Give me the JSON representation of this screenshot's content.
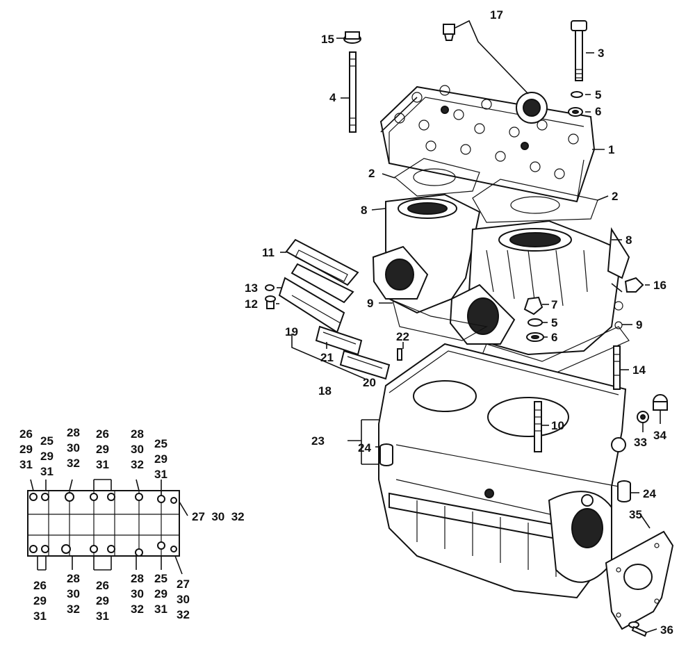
{
  "callouts": {
    "c1": "1",
    "c2a": "2",
    "c2b": "2",
    "c3": "3",
    "c4": "4",
    "c5a": "5",
    "c5b": "5",
    "c6a": "6",
    "c6b": "6",
    "c7": "7",
    "c8a": "8",
    "c8b": "8",
    "c9a": "9",
    "c9b": "9",
    "c10": "10",
    "c11": "11",
    "c12": "12",
    "c13": "13",
    "c14": "14",
    "c15": "15",
    "c16": "16",
    "c17": "17",
    "c18": "18",
    "c19": "19",
    "c20": "20",
    "c21": "21",
    "c22": "22",
    "c23": "23",
    "c24a": "24",
    "c24b": "24",
    "c33": "33",
    "c34": "34",
    "c35": "35",
    "c36": "36"
  },
  "inset": {
    "top": [
      [
        "26",
        "29",
        "31"
      ],
      [
        "25",
        "29",
        "31"
      ],
      [
        "28",
        "30",
        "32"
      ],
      [
        "26",
        "29",
        "31"
      ],
      [
        "28",
        "30",
        "32"
      ],
      [
        "25",
        "29",
        "31"
      ]
    ],
    "bottom": [
      [
        "26",
        "29",
        "31"
      ],
      [
        "28",
        "30",
        "32"
      ],
      [
        "26",
        "29",
        "31"
      ],
      [
        "28",
        "30",
        "32"
      ],
      [
        "25",
        "29",
        "31"
      ],
      [
        "27",
        "30",
        "32"
      ]
    ],
    "right": "27  30  32"
  }
}
